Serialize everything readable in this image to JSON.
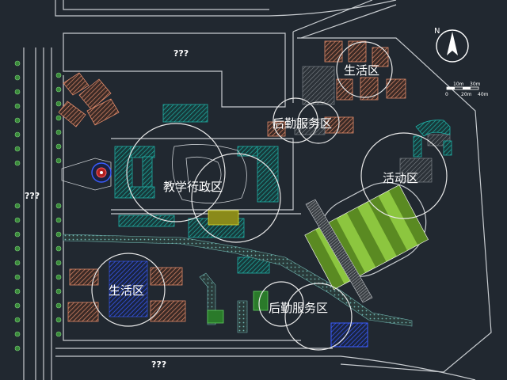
{
  "labels": {
    "road_top": "???",
    "road_left": "???",
    "road_bottom": "???",
    "zone_living_ne": "生活区",
    "zone_logistics_upper": "后勤服务区",
    "zone_teaching_admin": "教学行政区",
    "zone_activity": "活动区",
    "zone_living_sw": "生活区",
    "zone_logistics_lower": "后勤服务区"
  },
  "scale_bar": {
    "t1": "0",
    "t2": "10m",
    "t3": "20m",
    "t4": "30m",
    "t5": "40m"
  },
  "north_arrow": {
    "label": "N"
  },
  "colors": {
    "background": "#212830",
    "roads": "#c8ccd0",
    "residential": "#e08a6a",
    "teaching": "#1fa8a0",
    "sports_field": "#8cc63f",
    "blue_buildings": "#3355ff",
    "circles": "#e8e8e8",
    "trees": "#3a8a3a"
  },
  "icons": {
    "north": "north-arrow-icon",
    "flagpole": "flagpole-icon"
  }
}
